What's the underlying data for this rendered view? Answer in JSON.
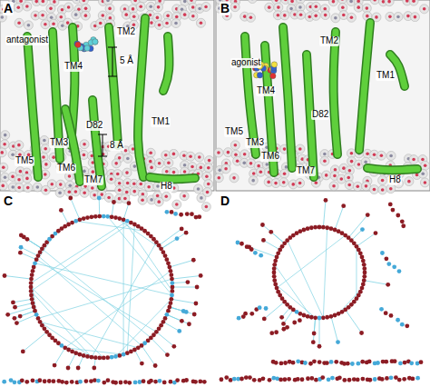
{
  "diagram": {
    "labels": [
      "A",
      "antagonist",
      "TM2",
      "5 Å",
      "TM4",
      "D82",
      "TM1",
      "TM5",
      "TM3",
      "TM6",
      "8 Å",
      "TM7",
      "H8",
      "B",
      "agonist",
      "TM2",
      "TM4",
      "TM1",
      "D82",
      "TM5",
      "TM3",
      "TM6",
      "TM7",
      "H8",
      "C",
      "D"
    ]
  }
}
